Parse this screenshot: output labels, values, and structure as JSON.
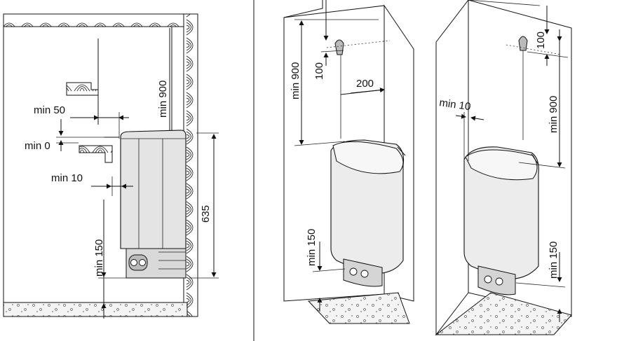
{
  "diagram": {
    "side_view": {
      "min_50": "min 50",
      "min_0": "min 0",
      "min_10": "min 10",
      "min_900": "min 900",
      "min_150": "min 150",
      "h_635": "635"
    },
    "wall_view": {
      "min_900": "min 900",
      "d_100": "100",
      "d_200": "200",
      "min_150": "min 150"
    },
    "corner_view": {
      "min_10": "min 10",
      "d_100": "100",
      "min_900": "min 900",
      "min_150": "min 150"
    }
  }
}
